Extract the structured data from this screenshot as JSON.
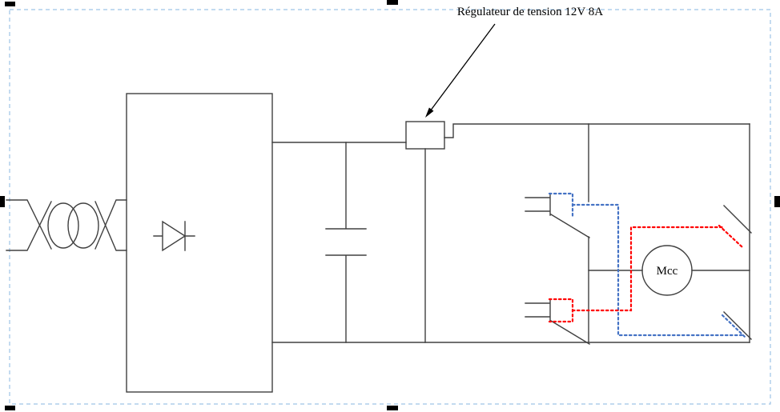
{
  "labels": {
    "regulator_annotation": "Régulateur de tension 12V 8A",
    "motor": "Mcc"
  },
  "colors": {
    "wire": "#404040",
    "dotted_blue": "#4472C4",
    "dotted_red": "#FF0000",
    "page_border": "#9DC3E6",
    "crop_mark": "#000000",
    "annotation_ink": "#000000"
  },
  "components": {
    "transformer": "transformer",
    "rectifier": "bridge-rectifier-with-diode",
    "capacitor": "filter-capacitor",
    "regulator": "voltage-regulator-12v-8a",
    "motor": "dc-motor-mcc",
    "switches": "h-bridge-switches"
  }
}
